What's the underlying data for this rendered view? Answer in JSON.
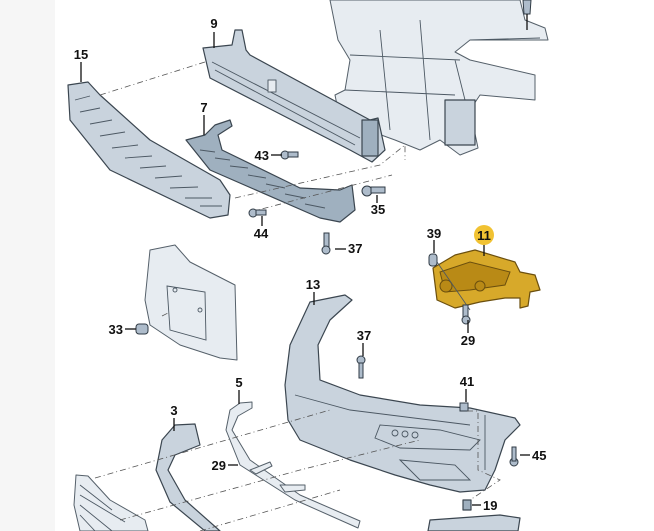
{
  "diagram": {
    "title": "Front bumper exploded parts diagram",
    "highlight_color": "#f1c232",
    "highlighted_part": "11",
    "callouts": [
      {
        "id": "c9",
        "label": "9"
      },
      {
        "id": "c15",
        "label": "15"
      },
      {
        "id": "c7",
        "label": "7"
      },
      {
        "id": "c43",
        "label": "43"
      },
      {
        "id": "c44",
        "label": "44"
      },
      {
        "id": "c35",
        "label": "35"
      },
      {
        "id": "c37a",
        "label": "37"
      },
      {
        "id": "c39",
        "label": "39"
      },
      {
        "id": "c11",
        "label": "11"
      },
      {
        "id": "c29a",
        "label": "29"
      },
      {
        "id": "c13",
        "label": "13"
      },
      {
        "id": "c33",
        "label": "33"
      },
      {
        "id": "c37b",
        "label": "37"
      },
      {
        "id": "c41",
        "label": "41"
      },
      {
        "id": "c5",
        "label": "5"
      },
      {
        "id": "c3",
        "label": "3"
      },
      {
        "id": "c29b",
        "label": "29"
      },
      {
        "id": "c45",
        "label": "45"
      },
      {
        "id": "c19",
        "label": "19"
      }
    ]
  }
}
